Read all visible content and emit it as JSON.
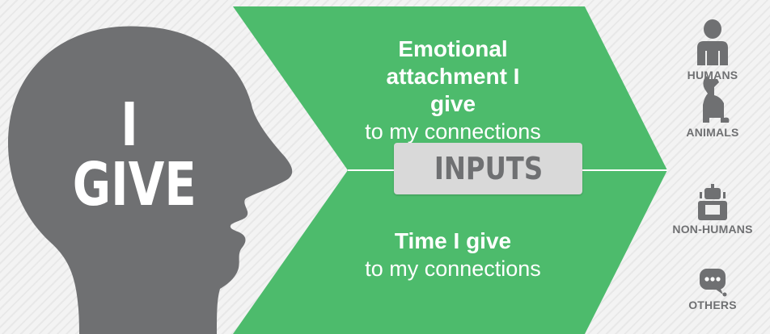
{
  "head": {
    "line1": "I",
    "line2": "GIVE"
  },
  "top_chevron": {
    "bold": "Emotional attachment I give",
    "light": "to my connections"
  },
  "center_label": "INPUTS",
  "bottom_chevron": {
    "bold": "Time I give",
    "light": "to my connections"
  },
  "categories": [
    {
      "label": "HUMANS",
      "icon": "person-icon"
    },
    {
      "label": "ANIMALS",
      "icon": "dog-icon"
    },
    {
      "label": "NON-HUMANS",
      "icon": "robot-icon"
    },
    {
      "label": "OTHERS",
      "icon": "speech-bubble-icon"
    }
  ],
  "colors": {
    "green": "#4dbb6c",
    "gray": "#6f7072",
    "label_bg": "#d9d9d9"
  }
}
